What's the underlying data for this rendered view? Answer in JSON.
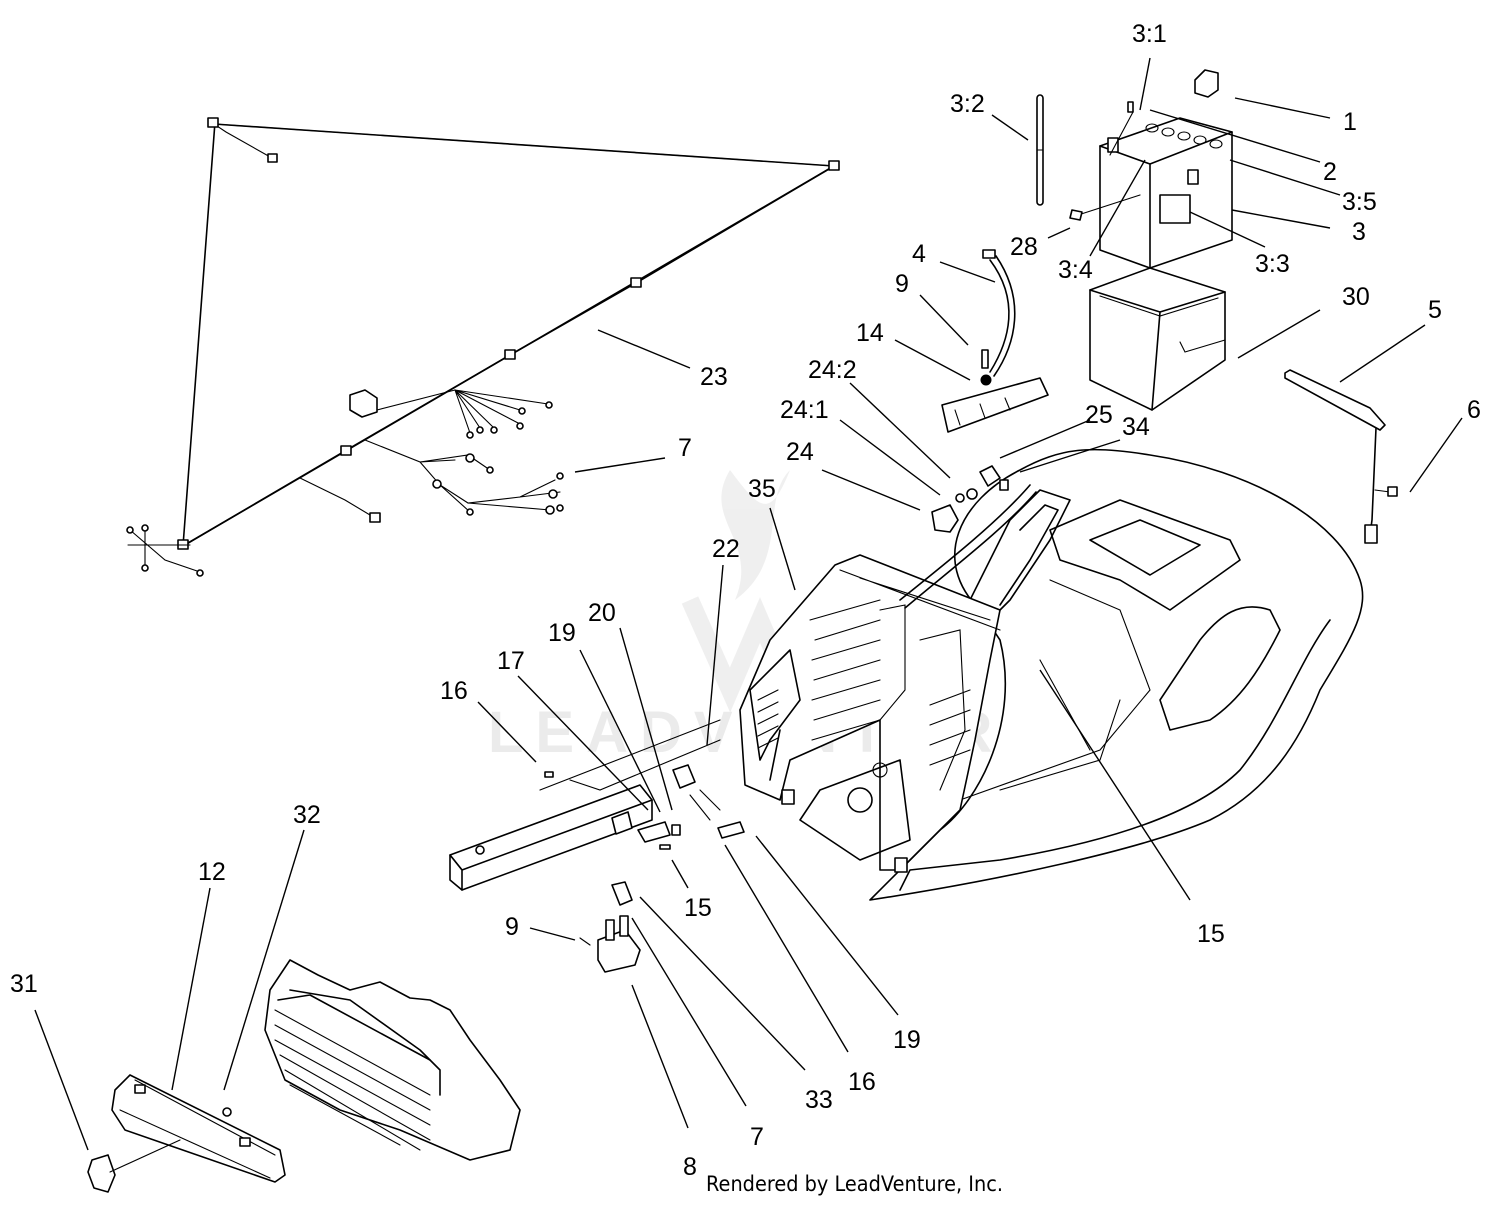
{
  "watermark": {
    "text": "LEADVENTURE"
  },
  "credit": "Rendered by LeadVenture, Inc.",
  "callouts": [
    "3:1",
    "1",
    "3:2",
    "2",
    "3:5",
    "3",
    "28",
    "3:4",
    "3:3",
    "4",
    "9",
    "30",
    "5",
    "14",
    "24:2",
    "23",
    "24:1",
    "25",
    "34",
    "6",
    "7",
    "24",
    "35",
    "22",
    "20",
    "19",
    "17",
    "16",
    "32",
    "15",
    "15",
    "12",
    "9",
    "31",
    "19",
    "16",
    "33",
    "7",
    "8"
  ]
}
